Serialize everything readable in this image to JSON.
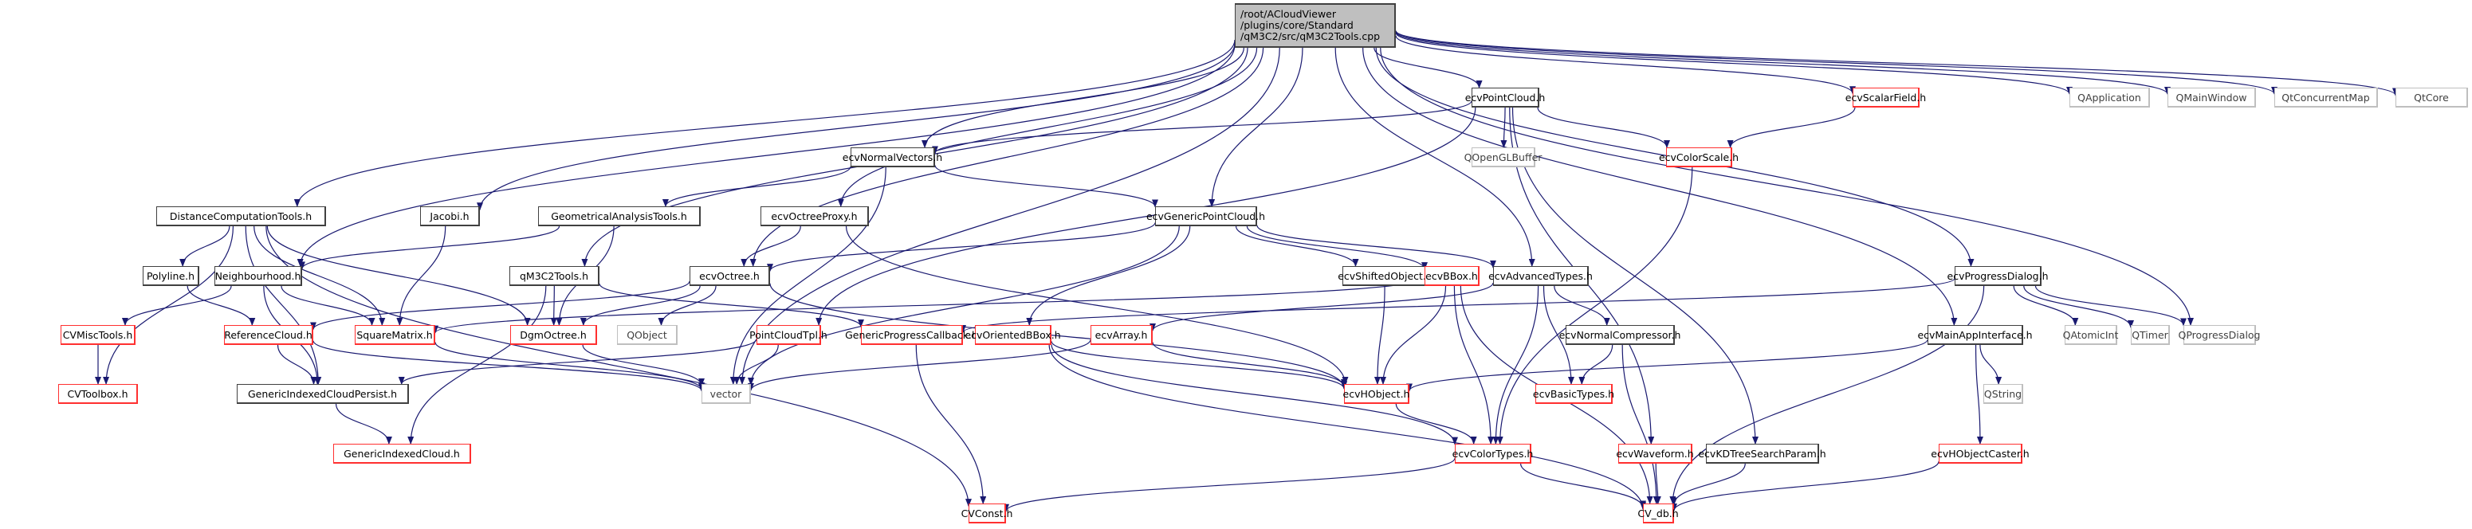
{
  "title": "Include dependency graph for qM3C2Tools.cpp",
  "root": {
    "id": "root",
    "lines": [
      "/root/ACloudViewer",
      "/plugins/core/Standard",
      "/qM3C2/src/qM3C2Tools.cpp"
    ]
  },
  "nodes": [
    {
      "id": "ecvPointCloud",
      "label": "ecvPointCloud.h",
      "style": "black"
    },
    {
      "id": "ecvScalarField",
      "label": "ecvScalarField.h",
      "style": "red"
    },
    {
      "id": "QApplication",
      "label": "QApplication",
      "style": "gray"
    },
    {
      "id": "QMainWindow",
      "label": "QMainWindow",
      "style": "gray"
    },
    {
      "id": "QtConcurrentMap",
      "label": "QtConcurrentMap",
      "style": "gray"
    },
    {
      "id": "QtCore",
      "label": "QtCore",
      "style": "gray"
    },
    {
      "id": "ecvNormalVectors",
      "label": "ecvNormalVectors.h",
      "style": "black"
    },
    {
      "id": "QOpenGLBuffer",
      "label": "QOpenGLBuffer",
      "style": "gray"
    },
    {
      "id": "ecvColorScale",
      "label": "ecvColorScale.h",
      "style": "red"
    },
    {
      "id": "DistanceComputationTools",
      "label": "DistanceComputationTools.h",
      "style": "black"
    },
    {
      "id": "Jacobi",
      "label": "Jacobi.h",
      "style": "black"
    },
    {
      "id": "GeometricalAnalysisTools",
      "label": "GeometricalAnalysisTools.h",
      "style": "black"
    },
    {
      "id": "ecvOctreeProxy",
      "label": "ecvOctreeProxy.h",
      "style": "black"
    },
    {
      "id": "ecvGenericPointCloud",
      "label": "ecvGenericPointCloud.h",
      "style": "black"
    },
    {
      "id": "Polyline",
      "label": "Polyline.h",
      "style": "black"
    },
    {
      "id": "Neighbourhood",
      "label": "Neighbourhood.h",
      "style": "black"
    },
    {
      "id": "qM3C2Tools",
      "label": "qM3C2Tools.h",
      "style": "black"
    },
    {
      "id": "ecvOctree",
      "label": "ecvOctree.h",
      "style": "black"
    },
    {
      "id": "ecvShiftedObject",
      "label": "ecvShiftedObject.h",
      "style": "black"
    },
    {
      "id": "ecvBBox",
      "label": "ecvBBox.h",
      "style": "red"
    },
    {
      "id": "ecvAdvancedTypes",
      "label": "ecvAdvancedTypes.h",
      "style": "black"
    },
    {
      "id": "ecvProgressDialog",
      "label": "ecvProgressDialog.h",
      "style": "black"
    },
    {
      "id": "CVMiscTools",
      "label": "CVMiscTools.h",
      "style": "red"
    },
    {
      "id": "ReferenceCloud",
      "label": "ReferenceCloud.h",
      "style": "red"
    },
    {
      "id": "SquareMatrix",
      "label": "SquareMatrix.h",
      "style": "red"
    },
    {
      "id": "DgmOctree",
      "label": "DgmOctree.h",
      "style": "red"
    },
    {
      "id": "QObject",
      "label": "QObject",
      "style": "gray"
    },
    {
      "id": "PointCloudTpl",
      "label": "PointCloudTpl.h",
      "style": "red"
    },
    {
      "id": "GenericProgressCallback",
      "label": "GenericProgressCallback.h",
      "style": "red"
    },
    {
      "id": "ecvOrientedBBox",
      "label": "ecvOrientedBBox.h",
      "style": "red"
    },
    {
      "id": "ecvArray",
      "label": "ecvArray.h",
      "style": "red"
    },
    {
      "id": "ecvNormalCompressor",
      "label": "ecvNormalCompressor.h",
      "style": "black"
    },
    {
      "id": "ecvMainAppInterface",
      "label": "ecvMainAppInterface.h",
      "style": "black"
    },
    {
      "id": "QAtomicInt",
      "label": "QAtomicInt",
      "style": "gray"
    },
    {
      "id": "QTimer",
      "label": "QTimer",
      "style": "gray"
    },
    {
      "id": "QProgressDialog",
      "label": "QProgressDialog",
      "style": "gray"
    },
    {
      "id": "CVToolbox",
      "label": "CVToolbox.h",
      "style": "red"
    },
    {
      "id": "GenericIndexedCloudPersist",
      "label": "GenericIndexedCloudPersist.h",
      "style": "black"
    },
    {
      "id": "vector",
      "label": "vector",
      "style": "gray"
    },
    {
      "id": "ecvHObject",
      "label": "ecvHObject.h",
      "style": "red"
    },
    {
      "id": "ecvBasicTypes",
      "label": "ecvBasicTypes.h",
      "style": "red"
    },
    {
      "id": "QString",
      "label": "QString",
      "style": "gray"
    },
    {
      "id": "GenericIndexedCloud",
      "label": "GenericIndexedCloud.h",
      "style": "red"
    },
    {
      "id": "ecvColorTypes",
      "label": "ecvColorTypes.h",
      "style": "red"
    },
    {
      "id": "ecvWaveform",
      "label": "ecvWaveform.h",
      "style": "red"
    },
    {
      "id": "ecvKDTreeSearchParam",
      "label": "ecvKDTreeSearchParam.h",
      "style": "black"
    },
    {
      "id": "ecvHObjectCaster",
      "label": "ecvHObjectCaster.h",
      "style": "red"
    },
    {
      "id": "CVConst",
      "label": "CVConst.h",
      "style": "red"
    },
    {
      "id": "CV_db",
      "label": "CV_db.h",
      "style": "red"
    }
  ],
  "edges": [
    [
      "root",
      "ecvPointCloud"
    ],
    [
      "root",
      "ecvScalarField"
    ],
    [
      "root",
      "QApplication"
    ],
    [
      "root",
      "QMainWindow"
    ],
    [
      "root",
      "QtConcurrentMap"
    ],
    [
      "root",
      "QtCore"
    ],
    [
      "root",
      "ecvNormalVectors"
    ],
    [
      "root",
      "DistanceComputationTools"
    ],
    [
      "root",
      "Jacobi"
    ],
    [
      "root",
      "ecvOctreeProxy"
    ],
    [
      "root",
      "ecvGenericPointCloud"
    ],
    [
      "root",
      "Neighbourhood"
    ],
    [
      "root",
      "qM3C2Tools"
    ],
    [
      "root",
      "ecvOctree"
    ],
    [
      "root",
      "ecvAdvancedTypes"
    ],
    [
      "root",
      "ecvProgressDialog"
    ],
    [
      "root",
      "vector"
    ],
    [
      "root",
      "ecvMainAppInterface"
    ],
    [
      "root",
      "QProgressDialog"
    ],
    [
      "ecvPointCloud",
      "ecvNormalVectors"
    ],
    [
      "ecvPointCloud",
      "QOpenGLBuffer"
    ],
    [
      "ecvPointCloud",
      "ecvColorScale"
    ],
    [
      "ecvPointCloud",
      "PointCloudTpl"
    ],
    [
      "ecvPointCloud",
      "ecvWaveform"
    ],
    [
      "ecvPointCloud",
      "ecvKDTreeSearchParam"
    ],
    [
      "ecvScalarField",
      "ecvColorScale"
    ],
    [
      "ecvColorScale",
      "ecvColorTypes"
    ],
    [
      "ecvNormalVectors",
      "GeometricalAnalysisTools"
    ],
    [
      "ecvNormalVectors",
      "ecvGenericPointCloud"
    ],
    [
      "ecvNormalVectors",
      "vector"
    ],
    [
      "DistanceComputationTools",
      "Polyline"
    ],
    [
      "DistanceComputationTools",
      "SquareMatrix"
    ],
    [
      "DistanceComputationTools",
      "DgmOctree"
    ],
    [
      "DistanceComputationTools",
      "CVToolbox"
    ],
    [
      "DistanceComputationTools",
      "CVConst"
    ],
    [
      "DistanceComputationTools",
      "GenericIndexedCloudPersist"
    ],
    [
      "Jacobi",
      "SquareMatrix"
    ],
    [
      "GeometricalAnalysisTools",
      "Neighbourhood"
    ],
    [
      "GeometricalAnalysisTools",
      "DgmOctree"
    ],
    [
      "ecvOctreeProxy",
      "ecvOctree"
    ],
    [
      "ecvOctreeProxy",
      "ecvHObject"
    ],
    [
      "ecvGenericPointCloud",
      "ecvOctree"
    ],
    [
      "ecvGenericPointCloud",
      "ecvShiftedObject"
    ],
    [
      "ecvGenericPointCloud",
      "ecvBBox"
    ],
    [
      "ecvGenericPointCloud",
      "ecvAdvancedTypes"
    ],
    [
      "ecvGenericPointCloud",
      "ecvOrientedBBox"
    ],
    [
      "ecvGenericPointCloud",
      "vector"
    ],
    [
      "Polyline",
      "ReferenceCloud"
    ],
    [
      "Neighbourhood",
      "CVMiscTools"
    ],
    [
      "Neighbourhood",
      "SquareMatrix"
    ],
    [
      "Neighbourhood",
      "GenericIndexedCloudPersist"
    ],
    [
      "qM3C2Tools",
      "DgmOctree"
    ],
    [
      "qM3C2Tools",
      "GenericProgressCallback"
    ],
    [
      "qM3C2Tools",
      "GenericIndexedCloud"
    ],
    [
      "ecvOctree",
      "ReferenceCloud"
    ],
    [
      "ecvOctree",
      "DgmOctree"
    ],
    [
      "ecvOctree",
      "QObject"
    ],
    [
      "ecvOctree",
      "ecvHObject"
    ],
    [
      "ecvShiftedObject",
      "ecvHObject"
    ],
    [
      "ecvBBox",
      "SquareMatrix"
    ],
    [
      "ecvBBox",
      "ecvHObject"
    ],
    [
      "ecvBBox",
      "ecvColorTypes"
    ],
    [
      "ecvBBox",
      "CV_db"
    ],
    [
      "ecvAdvancedTypes",
      "ecvArray"
    ],
    [
      "ecvAdvancedTypes",
      "ecvNormalCompressor"
    ],
    [
      "ecvAdvancedTypes",
      "ecvBasicTypes"
    ],
    [
      "ecvAdvancedTypes",
      "ecvColorTypes"
    ],
    [
      "ecvProgressDialog",
      "GenericProgressCallback"
    ],
    [
      "ecvProgressDialog",
      "QAtomicInt"
    ],
    [
      "ecvProgressDialog",
      "QTimer"
    ],
    [
      "ecvProgressDialog",
      "QProgressDialog"
    ],
    [
      "ecvProgressDialog",
      "CV_db"
    ],
    [
      "CVMiscTools",
      "CVToolbox"
    ],
    [
      "ReferenceCloud",
      "GenericIndexedCloudPersist"
    ],
    [
      "ReferenceCloud",
      "vector"
    ],
    [
      "SquareMatrix",
      "vector"
    ],
    [
      "DgmOctree",
      "vector"
    ],
    [
      "PointCloudTpl",
      "GenericIndexedCloudPersist"
    ],
    [
      "PointCloudTpl",
      "vector"
    ],
    [
      "GenericProgressCallback",
      "CVConst"
    ],
    [
      "ecvOrientedBBox",
      "ecvHObject"
    ],
    [
      "ecvOrientedBBox",
      "ecvColorTypes"
    ],
    [
      "ecvOrientedBBox",
      "CV_db"
    ],
    [
      "ecvArray",
      "vector"
    ],
    [
      "ecvArray",
      "ecvHObject"
    ],
    [
      "ecvNormalCompressor",
      "ecvBasicTypes"
    ],
    [
      "ecvNormalCompressor",
      "CV_db"
    ],
    [
      "ecvMainAppInterface",
      "ecvHObject"
    ],
    [
      "ecvMainAppInterface",
      "QString"
    ],
    [
      "ecvMainAppInterface",
      "ecvHObjectCaster"
    ],
    [
      "GenericIndexedCloudPersist",
      "GenericIndexedCloud"
    ],
    [
      "ecvHObject",
      "ecvColorTypes"
    ],
    [
      "ecvColorTypes",
      "CVConst"
    ],
    [
      "ecvColorTypes",
      "CV_db"
    ],
    [
      "ecvWaveform",
      "CV_db"
    ],
    [
      "ecvKDTreeSearchParam",
      "CV_db"
    ],
    [
      "ecvHObjectCaster",
      "CV_db"
    ]
  ],
  "colors": {
    "edge": "#191970",
    "root_fill": "#bfbfbf",
    "documented_border": "#404040",
    "undocumented_border": "#ff0000",
    "external_border": "#bfbfbf"
  }
}
